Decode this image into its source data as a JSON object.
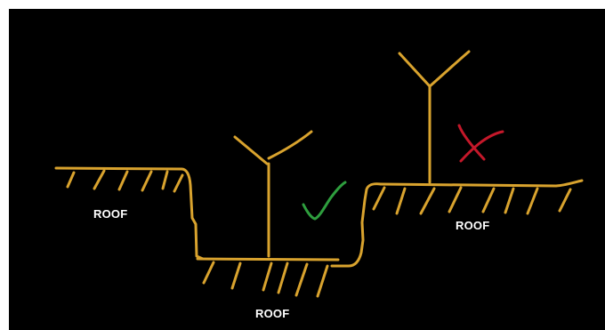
{
  "roof_labels": {
    "left": "ROOF",
    "middle": "ROOF",
    "right": "ROOF"
  },
  "colors": {
    "background": "#000000",
    "roof_line": "#d9a32e",
    "check_mark": "#2e9e3e",
    "cross_mark": "#c4182a",
    "label": "#ffffff"
  },
  "icons": {
    "correct": "check-mark-icon",
    "incorrect": "cross-mark-icon",
    "antenna": "antenna-icon"
  }
}
